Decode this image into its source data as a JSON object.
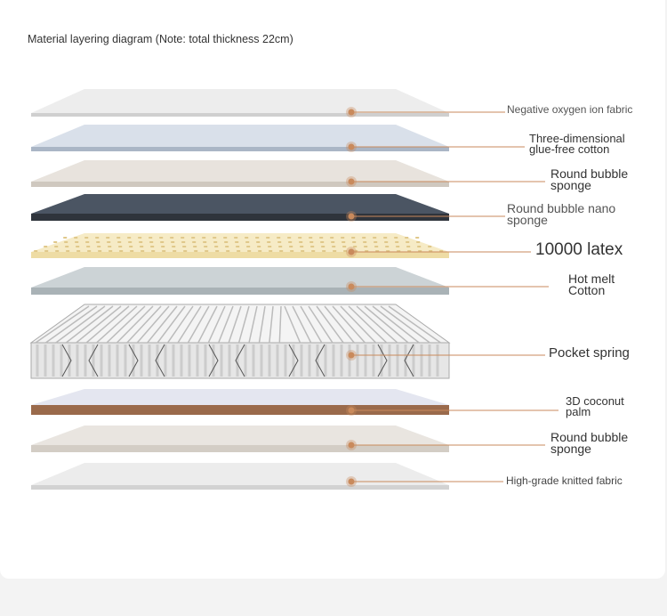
{
  "title": "Material layering diagram (Note: total thickness 22cm)",
  "accent_color": "#c98a5c",
  "layers": [
    {
      "label": [
        "Negative oxygen ion fabric"
      ],
      "top": "#ededed",
      "edge": "#cfcfcf"
    },
    {
      "label": [
        "Three-dimensional",
        "glue-free cotton"
      ],
      "top": "#d9e0ea",
      "edge": "#aab6c6"
    },
    {
      "label": [
        "Round bubble",
        "sponge"
      ],
      "top": "#e8e3dd",
      "edge": "#cfc8bf"
    },
    {
      "label": [
        "Round bubble nano",
        "sponge"
      ],
      "top": "#4b5563",
      "edge": "#2f343c"
    },
    {
      "label": [
        "10000 latex"
      ],
      "top": "#f6ebc6",
      "edge": "#eedca4"
    },
    {
      "label": [
        "Hot melt",
        "Cotton"
      ],
      "top": "#ccd3d6",
      "edge": "#a9b2b6"
    },
    {
      "label": [
        "Pocket spring"
      ],
      "top": "#f4f4f4",
      "edge": "#e6e6e6"
    },
    {
      "label": [
        "3D coconut",
        "palm"
      ],
      "top": "#e4e6f0",
      "edge": "#9a6a4b"
    },
    {
      "label": [
        "Round bubble",
        "sponge"
      ],
      "top": "#e9e5e0",
      "edge": "#d3cdc5"
    },
    {
      "label": [
        "High-grade knitted fabric"
      ],
      "top": "#ececec",
      "edge": "#d2d2d2"
    }
  ]
}
